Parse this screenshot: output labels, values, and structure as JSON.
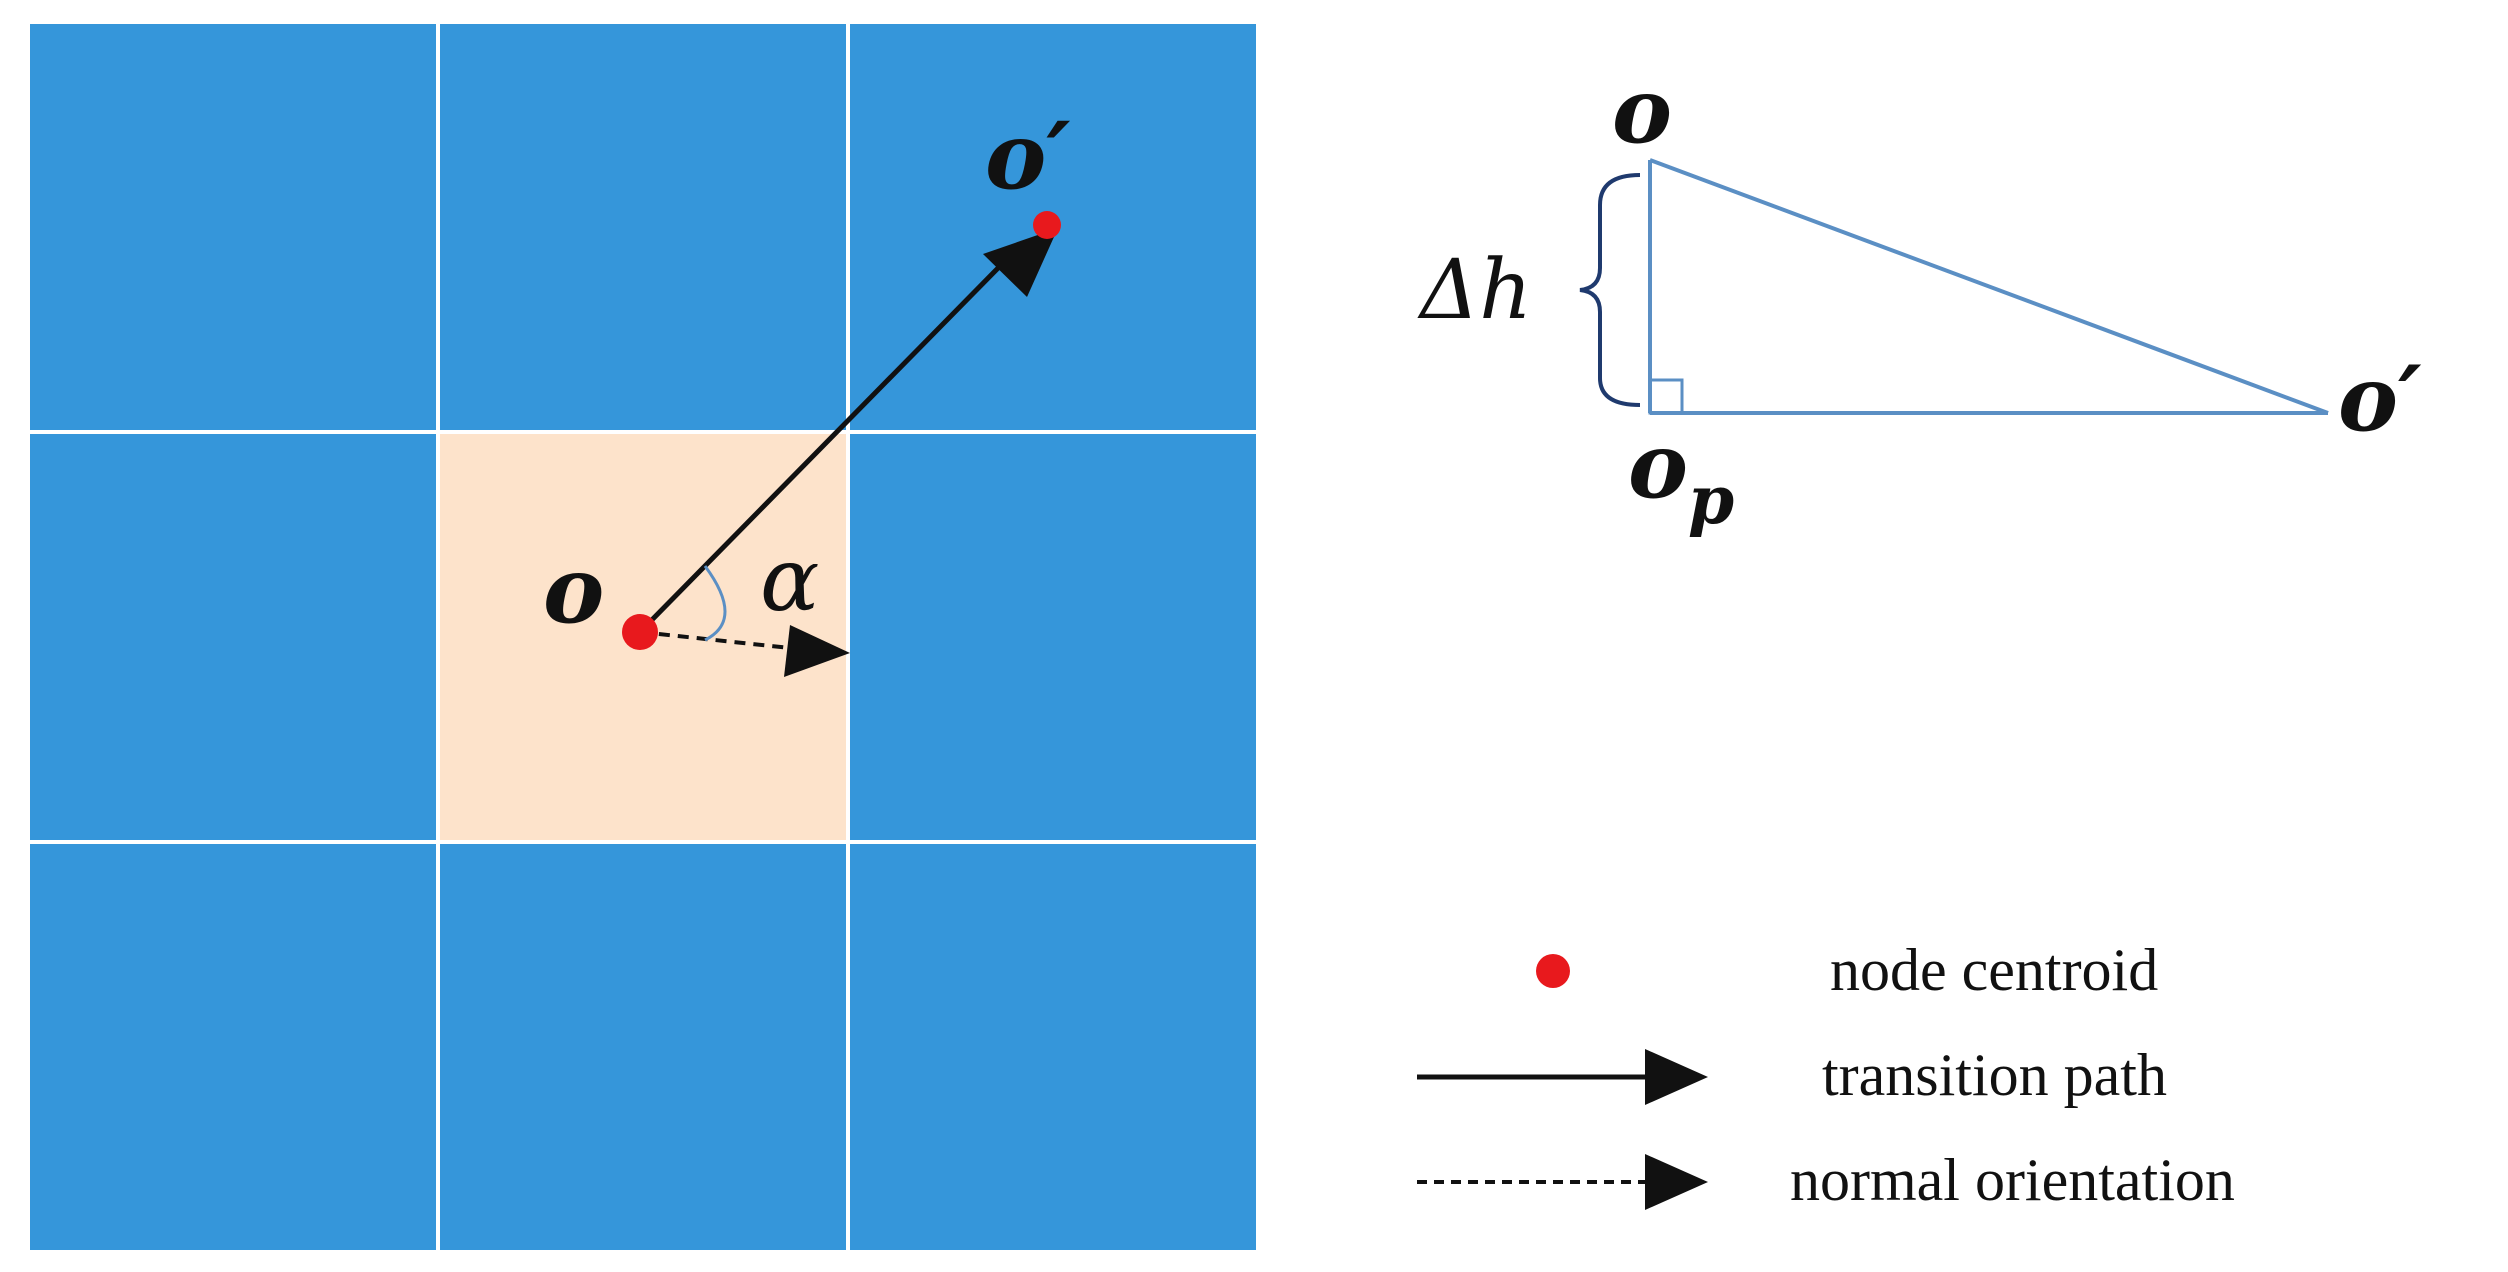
{
  "colors": {
    "cell_blue": "#3596da",
    "cell_center": "#fde3cb",
    "grid_line": "#ffffff",
    "centroid_red": "#e8191d",
    "triangle_stroke": "#5b8fc4",
    "ink": "#111111"
  },
  "grid": {
    "rows": 3,
    "cols": 3,
    "center_cell": {
      "row": 1,
      "col": 1
    }
  },
  "labels": {
    "o": "o",
    "o_prime": "o′",
    "alpha": "α",
    "triangle_o": "o",
    "triangle_o_prime": "o′",
    "triangle_op_base": "o",
    "triangle_op_sub": "p",
    "delta_h": "Δh"
  },
  "legend": [
    {
      "key": "centroid",
      "symbol": "red-dot-icon",
      "label": "node centroid"
    },
    {
      "key": "transition",
      "symbol": "solid-arrow-icon",
      "label": "transition path"
    },
    {
      "key": "normal",
      "symbol": "dashed-arrow-icon",
      "label": "normal orientation"
    }
  ]
}
